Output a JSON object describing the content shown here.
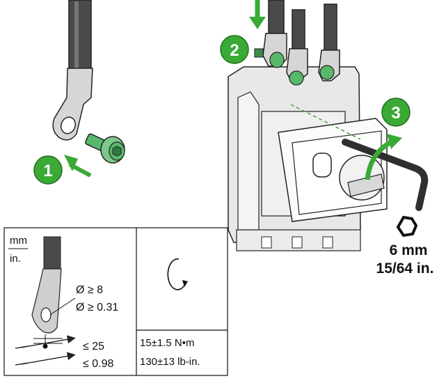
{
  "steps": [
    "1",
    "2",
    "3"
  ],
  "hex_key": {
    "size_mm": "6 mm",
    "size_in": "15/64 in."
  },
  "spec_table": {
    "unit_mm": "mm",
    "unit_in": "in.",
    "diameter_mm": "Ø ≥ 8",
    "diameter_in": "Ø ≥ 0.31",
    "length_mm": "≤ 25",
    "length_in": "≤ 0.98",
    "torque_nm": "15±1.5 N•m",
    "torque_lbin": "130±13 lb-in."
  },
  "colors": {
    "step_badge": "#3aa935",
    "screw": "#58b86a",
    "cable": "#4a4a4a",
    "lug": "#d6d6d6"
  },
  "icons": [
    "rotate-clockwise-icon",
    "hexagon-icon"
  ]
}
